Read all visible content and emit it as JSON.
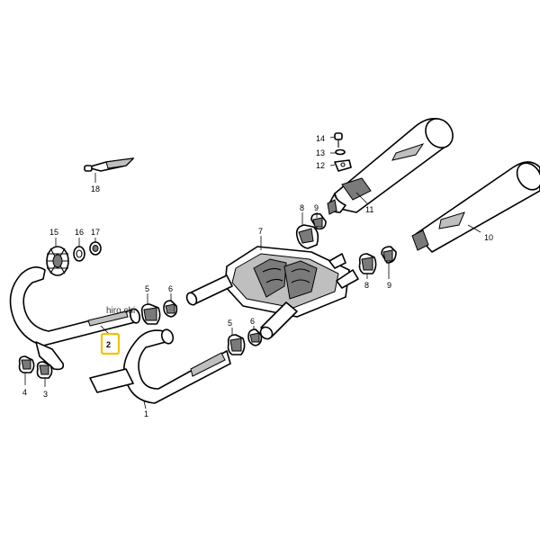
{
  "diagram": {
    "watermark": "hiro.chi",
    "highlighted_part": "2",
    "highlight_color": "#f2c200",
    "labels": {
      "p1": "1",
      "p2": "2",
      "p3": "3",
      "p4": "4",
      "p5a": "5",
      "p5b": "5",
      "p6a": "6",
      "p6b": "6",
      "p7": "7",
      "p8a": "8",
      "p8b": "8",
      "p9a": "9",
      "p9b": "9",
      "p10": "10",
      "p11": "11",
      "p12": "12",
      "p13": "13",
      "p14": "14",
      "p15": "15",
      "p16": "16",
      "p17": "17",
      "p18": "18"
    }
  }
}
